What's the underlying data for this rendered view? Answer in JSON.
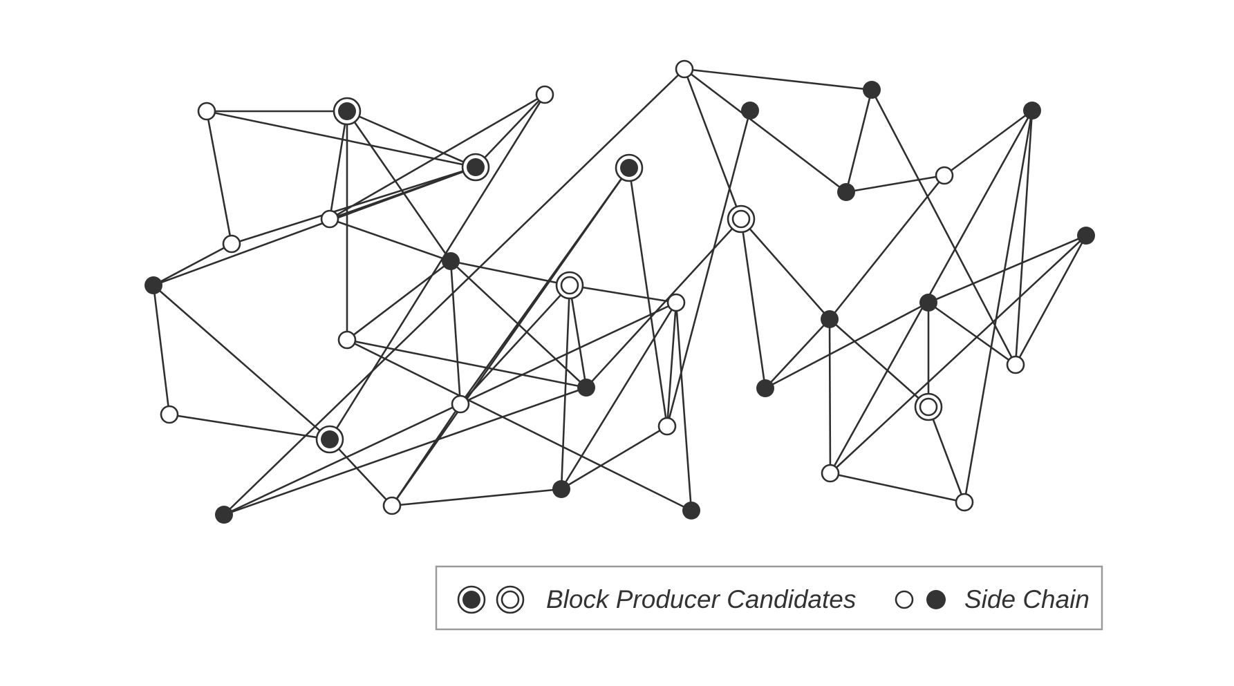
{
  "diagram": {
    "type": "network",
    "node_types": {
      "bp_dark": "Block Producer Candidate (filled)",
      "bp_light": "Block Producer Candidate (hollow)",
      "side_white": "Side Chain (white)",
      "side_dark": "Side Chain (dark)"
    },
    "nodes": [
      {
        "id": "n1",
        "type": "side_white"
      },
      {
        "id": "n2",
        "type": "bp_dark"
      },
      {
        "id": "n3",
        "type": "side_white"
      },
      {
        "id": "n4",
        "type": "side_dark"
      },
      {
        "id": "n5",
        "type": "side_white"
      },
      {
        "id": "n6",
        "type": "side_white"
      },
      {
        "id": "n7",
        "type": "side_white"
      },
      {
        "id": "n8",
        "type": "side_dark"
      },
      {
        "id": "n9",
        "type": "side_dark"
      },
      {
        "id": "n10",
        "type": "bp_dark"
      },
      {
        "id": "n11",
        "type": "side_white"
      },
      {
        "id": "n12",
        "type": "side_white"
      },
      {
        "id": "n13",
        "type": "side_dark"
      },
      {
        "id": "n14",
        "type": "bp_dark"
      },
      {
        "id": "n15",
        "type": "side_white"
      },
      {
        "id": "n16",
        "type": "side_white"
      },
      {
        "id": "n17",
        "type": "side_dark"
      },
      {
        "id": "n18",
        "type": "bp_light"
      },
      {
        "id": "n19",
        "type": "side_white"
      },
      {
        "id": "n20",
        "type": "side_dark"
      },
      {
        "id": "n21",
        "type": "side_white"
      },
      {
        "id": "n22",
        "type": "bp_dark"
      },
      {
        "id": "n23",
        "type": "side_dark"
      },
      {
        "id": "n24",
        "type": "bp_light"
      },
      {
        "id": "n25",
        "type": "side_dark"
      },
      {
        "id": "n26",
        "type": "side_dark"
      },
      {
        "id": "n27",
        "type": "side_dark"
      },
      {
        "id": "n28",
        "type": "side_dark"
      },
      {
        "id": "n29",
        "type": "side_white"
      },
      {
        "id": "n30",
        "type": "side_dark"
      },
      {
        "id": "n31",
        "type": "side_white"
      },
      {
        "id": "n32",
        "type": "side_white"
      },
      {
        "id": "n33",
        "type": "bp_light"
      },
      {
        "id": "n34",
        "type": "side_dark"
      },
      {
        "id": "n35",
        "type": "side_dark"
      },
      {
        "id": "n36",
        "type": "side_white"
      }
    ],
    "edges": [
      [
        "n1",
        "n2"
      ],
      [
        "n1",
        "n3"
      ],
      [
        "n1",
        "n10"
      ],
      [
        "n2",
        "n6"
      ],
      [
        "n2",
        "n7"
      ],
      [
        "n2",
        "n10"
      ],
      [
        "n2",
        "n9"
      ],
      [
        "n3",
        "n10"
      ],
      [
        "n3",
        "n4"
      ],
      [
        "n4",
        "n10"
      ],
      [
        "n4",
        "n14"
      ],
      [
        "n4",
        "n5"
      ],
      [
        "n5",
        "n14"
      ],
      [
        "n6",
        "n10"
      ],
      [
        "n6",
        "n9"
      ],
      [
        "n6",
        "n11"
      ],
      [
        "n7",
        "n9"
      ],
      [
        "n7",
        "n17"
      ],
      [
        "n7",
        "n13"
      ],
      [
        "n8",
        "n13"
      ],
      [
        "n8",
        "n21"
      ],
      [
        "n8",
        "n19"
      ],
      [
        "n9",
        "n13"
      ],
      [
        "n9",
        "n18"
      ],
      [
        "n9",
        "n12"
      ],
      [
        "n10",
        "n11"
      ],
      [
        "n11",
        "n14"
      ],
      [
        "n12",
        "n18"
      ],
      [
        "n12",
        "n15"
      ],
      [
        "n12",
        "n22"
      ],
      [
        "n13",
        "n24"
      ],
      [
        "n13",
        "n18"
      ],
      [
        "n14",
        "n15"
      ],
      [
        "n15",
        "n20"
      ],
      [
        "n15",
        "n22"
      ],
      [
        "n16",
        "n22"
      ],
      [
        "n16",
        "n23"
      ],
      [
        "n17",
        "n19"
      ],
      [
        "n18",
        "n19"
      ],
      [
        "n18",
        "n20"
      ],
      [
        "n19",
        "n20"
      ],
      [
        "n19",
        "n16"
      ],
      [
        "n20",
        "n16"
      ],
      [
        "n21",
        "n24"
      ],
      [
        "n21",
        "n26"
      ],
      [
        "n21",
        "n25"
      ],
      [
        "n24",
        "n28"
      ],
      [
        "n24",
        "n27"
      ],
      [
        "n25",
        "n26"
      ],
      [
        "n25",
        "n31"
      ],
      [
        "n26",
        "n29"
      ],
      [
        "n27",
        "n28"
      ],
      [
        "n27",
        "n30"
      ],
      [
        "n28",
        "n29"
      ],
      [
        "n28",
        "n33"
      ],
      [
        "n28",
        "n32"
      ],
      [
        "n29",
        "n34"
      ],
      [
        "n30",
        "n33"
      ],
      [
        "n30",
        "n31"
      ],
      [
        "n30",
        "n35"
      ],
      [
        "n31",
        "n35"
      ],
      [
        "n31",
        "n34"
      ],
      [
        "n32",
        "n35"
      ],
      [
        "n32",
        "n36"
      ],
      [
        "n32",
        "n34"
      ],
      [
        "n34",
        "n36"
      ],
      [
        "n33",
        "n36"
      ]
    ]
  },
  "legend": {
    "bp_label": "Block Producer Candidates",
    "side_label": "Side Chain"
  },
  "colors": {
    "stroke": "#2f2f2f",
    "dark_fill": "#333333",
    "light_fill": "#ffffff",
    "legend_border": "#9a9a9a"
  }
}
